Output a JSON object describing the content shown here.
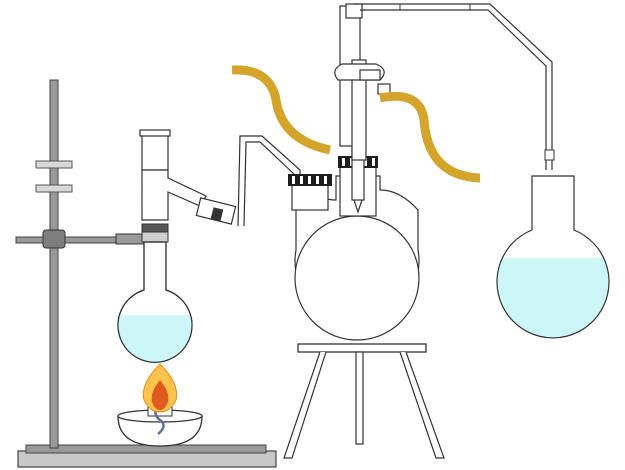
{
  "colors": {
    "liquid": "#ccf6f8",
    "tubing": "#d4a52a",
    "stopper": "#1e1e1e",
    "stand_metal": "#8f8f8f",
    "stand_base": "#b8b8b8",
    "flame_outer": "#ffb020",
    "flame_inner": "#e05a20",
    "wick": "#5a6fa0"
  },
  "labels": [],
  "apparatus": {
    "support_stand": "ring-stand-with-clamp",
    "heat_source": "alcohol-lamp",
    "left_flask": "round-bottom-flask-with-liquid",
    "middle_flask": "three-neck-round-bottom-flask",
    "condenser": "reflux-condenser",
    "right_flask": "receiving-flask-with-liquid",
    "tubing": "rubber-water-hoses",
    "tripod": "tripod-stand"
  }
}
